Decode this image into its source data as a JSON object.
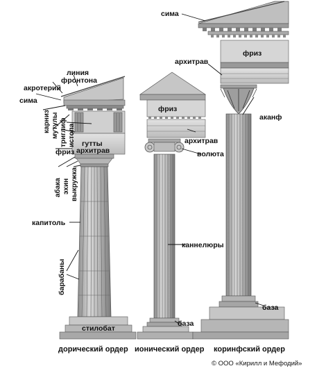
{
  "labels": {
    "doric": {
      "sima": "сима",
      "akrotery": "акротерий",
      "pediment_line_1": "линия",
      "pediment_line_2": "фронтона",
      "sima_left": "сима",
      "cornice": "карниз",
      "mutules": "мутулы",
      "triglyph": "триглиф",
      "metope": "истопа",
      "frieze": "фриз",
      "guttae": "гутты",
      "architrave": "архитрав",
      "abacus": "абака",
      "echinus": "эхин",
      "neck": "выкружка",
      "capital": "капитоль",
      "drums": "барабаны",
      "stylobate": "стилобат"
    },
    "ionic": {
      "frieze": "фриз",
      "architrave": "архитрав",
      "volute": "волюта",
      "flutes": "каннелюры",
      "base": "база"
    },
    "corinthian": {
      "sima": "сима",
      "architrave": "архитрав",
      "frieze": "фриз",
      "acanthus": "аканф",
      "base": "база"
    }
  },
  "captions": {
    "doric": "дорический ордер",
    "ionic": "ионический ордер",
    "corinthian": "коринфский ордер"
  },
  "copyright": "© ООО «Кирилл и Мефодий»",
  "colors": {
    "stone_light": "#d4d4d4",
    "stone_mid": "#b8b8b8",
    "stone_dark": "#8c8c8c",
    "line": "#555555",
    "text": "#111111"
  }
}
